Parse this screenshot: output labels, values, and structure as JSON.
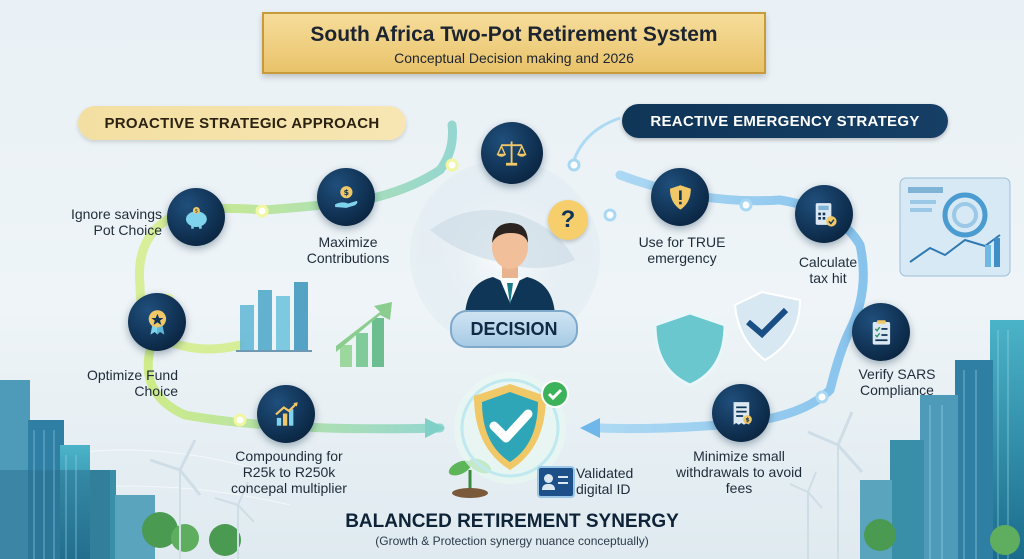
{
  "header": {
    "title": "South Africa Two-Pot Retirement System",
    "subtitle": "Conceptual Decision making and 2026"
  },
  "left_strategy": {
    "label": "PROACTIVE STRATEGIC APPROACH",
    "items": [
      {
        "label": "Ignore savings Pot Choice",
        "icon": "piggy-bank-icon"
      },
      {
        "label": "Maximize Contributions",
        "icon": "hand-coin-icon"
      },
      {
        "label": "Optimize Fund Choice",
        "icon": "award-badge-icon"
      },
      {
        "label": "Compounding for R25k to R250k concepal multiplier",
        "icon": "growth-chart-icon"
      }
    ]
  },
  "right_strategy": {
    "label": "REACTIVE EMERGENCY STRATEGY",
    "items": [
      {
        "label": "Use for TRUE emergency",
        "icon": "warning-shield-icon"
      },
      {
        "label": "Calculate tax hit",
        "icon": "calculator-icon"
      },
      {
        "label": "Verify SARS Compliance",
        "icon": "clipboard-check-icon"
      },
      {
        "label": "Minimize small withdrawals to avoid fees",
        "icon": "receipt-icon"
      }
    ]
  },
  "center": {
    "decision_label": "DECISION",
    "validated_label": "Validated digital ID"
  },
  "footer": {
    "title": "BALANCED RETIREMENT SYNERGY",
    "subtitle": "(Growth & Protection synergy nuance conceptually)"
  },
  "colors": {
    "navy": "#0f3557",
    "gold": "#e9c36a",
    "green_path": "#b7e36b",
    "blue_path": "#8ec7ee"
  }
}
